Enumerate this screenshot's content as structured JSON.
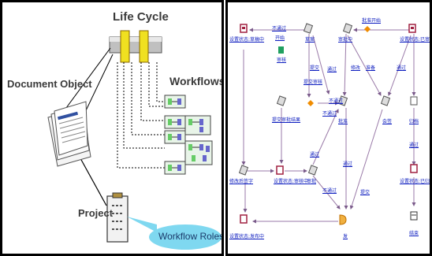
{
  "left": {
    "lifecycle_label": "Life Cycle",
    "workflows_label": "Workflows",
    "document_object_label": "Document Object",
    "project_label": "Project",
    "workflow_roles_label": "Workflow Roles"
  },
  "right": {
    "nodes": [
      {
        "id": "n1",
        "label": "设置状态:草稿中"
      },
      {
        "id": "n2",
        "label": "草案"
      },
      {
        "id": "n3",
        "label": "审批中"
      },
      {
        "id": "n4",
        "label": "设置状态:已审批"
      },
      {
        "id": "n5",
        "label": "审核"
      },
      {
        "id": "n6",
        "label": "批准开始"
      },
      {
        "id": "n7",
        "label": "开始"
      },
      {
        "id": "n8",
        "label": "提交审核"
      },
      {
        "id": "n9",
        "label": "修改"
      },
      {
        "id": "n10",
        "label": "准备"
      },
      {
        "id": "n11",
        "label": "会签"
      },
      {
        "id": "n12",
        "label": "批准"
      },
      {
        "id": "n13",
        "label": "提交审批结果"
      },
      {
        "id": "n14",
        "label": "设置状态:审核中"
      },
      {
        "id": "n15",
        "label": "审批"
      },
      {
        "id": "n16",
        "label": "修改后签字"
      },
      {
        "id": "n17",
        "label": "设置状态:已归档"
      },
      {
        "id": "n18",
        "label": "归档"
      },
      {
        "id": "n19",
        "label": "结束"
      },
      {
        "id": "n20",
        "label": "设置状态:发布中"
      },
      {
        "id": "n21",
        "label": "发"
      }
    ],
    "edges": [
      {
        "id": "e1",
        "label": "不通过"
      },
      {
        "id": "e2",
        "label": "提交"
      },
      {
        "id": "e3",
        "label": "通过"
      },
      {
        "id": "e4",
        "label": "通过"
      },
      {
        "id": "e5",
        "label": "通过"
      },
      {
        "id": "e6",
        "label": "不通过"
      },
      {
        "id": "e7",
        "label": "通过"
      },
      {
        "id": "e8",
        "label": "提交"
      },
      {
        "id": "e9",
        "label": "通过"
      },
      {
        "id": "e10",
        "label": "不通过"
      },
      {
        "id": "e11",
        "label": "不通过"
      }
    ]
  },
  "colors": {
    "node_link": "#1020c0",
    "roles_bubble": "#7fd8f0",
    "lifecycle_bar": "#f0e020",
    "workflow_box": "#c8e8c8"
  }
}
